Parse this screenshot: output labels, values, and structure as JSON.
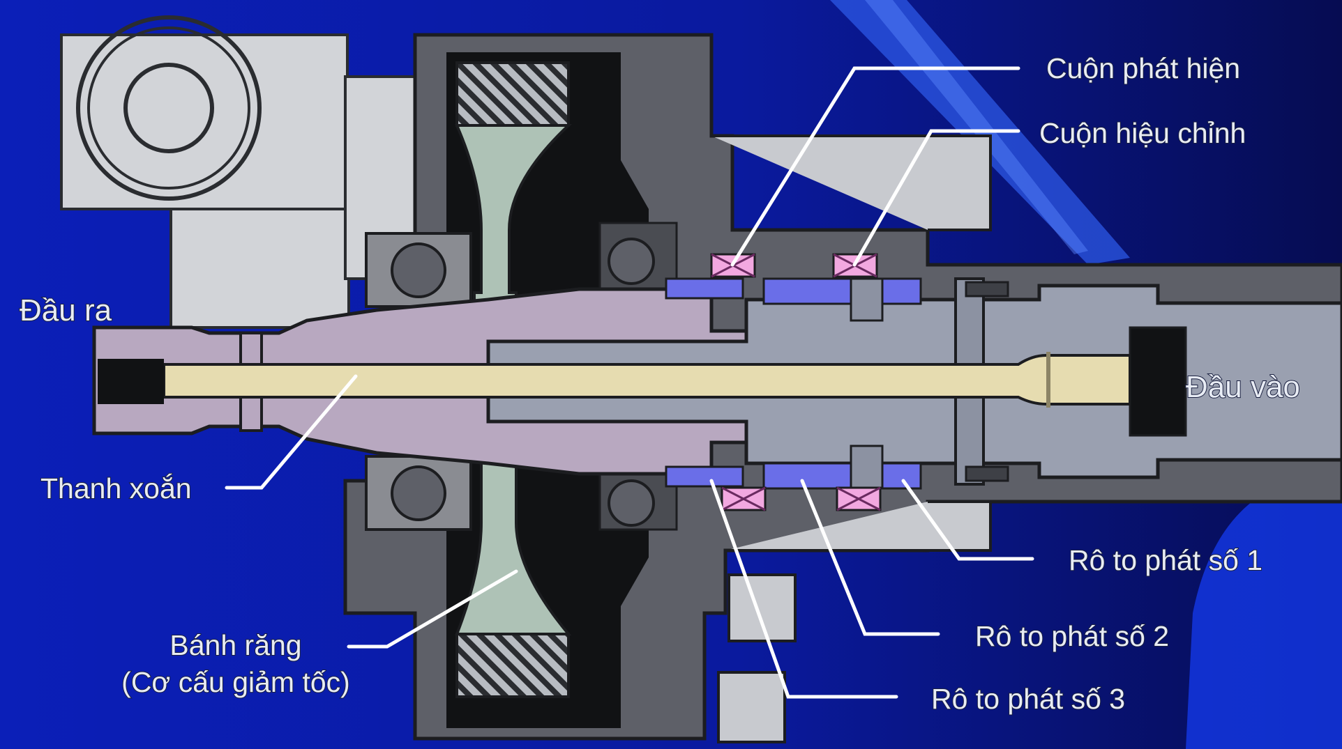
{
  "diagram": {
    "labels": {
      "output_end": "Đầu ra",
      "input_end": "Đầu vào",
      "torsion_bar": "Thanh xoắn",
      "gear_line1": "Bánh răng",
      "gear_line2": "(Cơ cấu giảm tốc)",
      "detection_coil": "Cuộn phát hiện",
      "correction_coil": "Cuộn hiệu chỉnh",
      "rotor_1": "Rô to phát số 1",
      "rotor_2": "Rô to phát số 2",
      "rotor_3": "Rô to phát số 3"
    },
    "colors": {
      "background_blue": "#0a1a9a",
      "housing_dark_gray": "#5e6068",
      "housing_light_gray": "#c8cacf",
      "shaft_mauve": "#b8a8c0",
      "torsion_bar_cream": "#e6dcb0",
      "gear_green": "#aec2b6",
      "rotor_blue": "#6a6ee8",
      "coil_pink": "#f2a8e0",
      "leader_line_white": "#ffffff"
    }
  }
}
